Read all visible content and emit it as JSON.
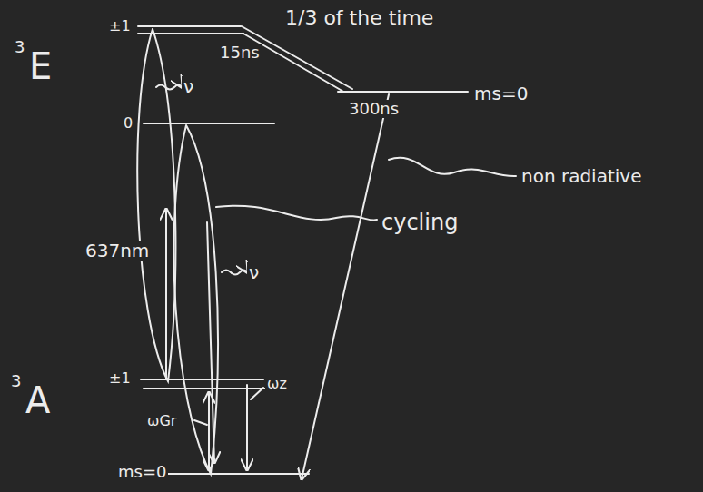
{
  "diagram": {
    "labels": [
      "3",
      "E",
      "3",
      "A",
      "±1",
      "0",
      "15ns",
      "1/3 of the time",
      "ms=0",
      "300ns",
      "non radiative",
      "cycling",
      "637nm",
      "±1",
      "ωGr",
      "ωz",
      "ms=0",
      "ν",
      "ν"
    ]
  }
}
